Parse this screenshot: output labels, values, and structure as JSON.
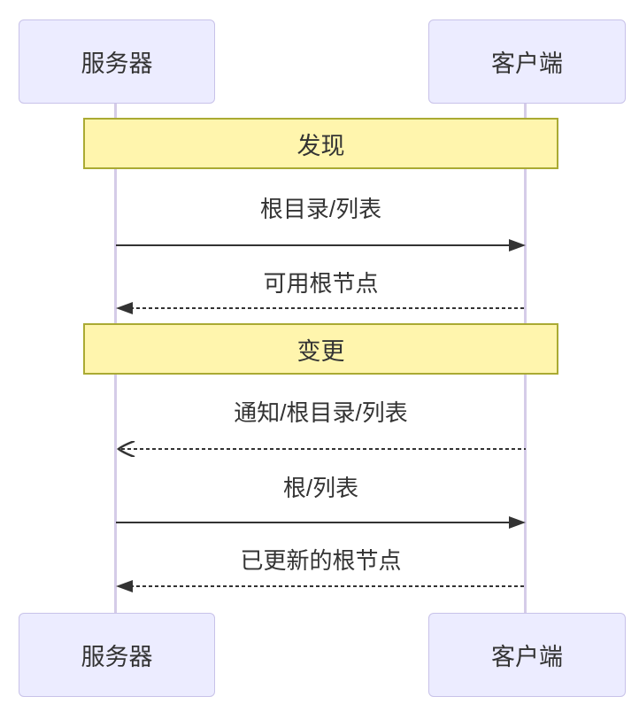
{
  "actors": [
    {
      "label": "服务器"
    },
    {
      "label": "客户端"
    }
  ],
  "sections": [
    {
      "label": "发现"
    },
    {
      "label": "变更"
    }
  ],
  "messages": [
    {
      "label": "根目录/列表",
      "from": "服务器",
      "to": "客户端",
      "line": "solid",
      "arrowhead": "filled",
      "direction": "right"
    },
    {
      "label": "可用根节点",
      "from": "客户端",
      "to": "服务器",
      "line": "dashed",
      "arrowhead": "filled",
      "direction": "left"
    },
    {
      "label": "通知/根目录/列表",
      "from": "客户端",
      "to": "服务器",
      "line": "dashed",
      "arrowhead": "open",
      "direction": "left"
    },
    {
      "label": "根/列表",
      "from": "服务器",
      "to": "客户端",
      "line": "solid",
      "arrowhead": "filled",
      "direction": "right"
    },
    {
      "label": "已更新的根节点",
      "from": "客户端",
      "to": "服务器",
      "line": "dashed",
      "arrowhead": "filled",
      "direction": "left"
    }
  ],
  "colors": {
    "actor_fill": "#ECECFF",
    "actor_border": "#C8C2E9",
    "note_fill": "#FFF5AD",
    "note_border": "#AAAA33",
    "lifeline": "#D5CCE8",
    "text": "#333333",
    "arrow": "#333333",
    "background": "#FFFFFF"
  }
}
